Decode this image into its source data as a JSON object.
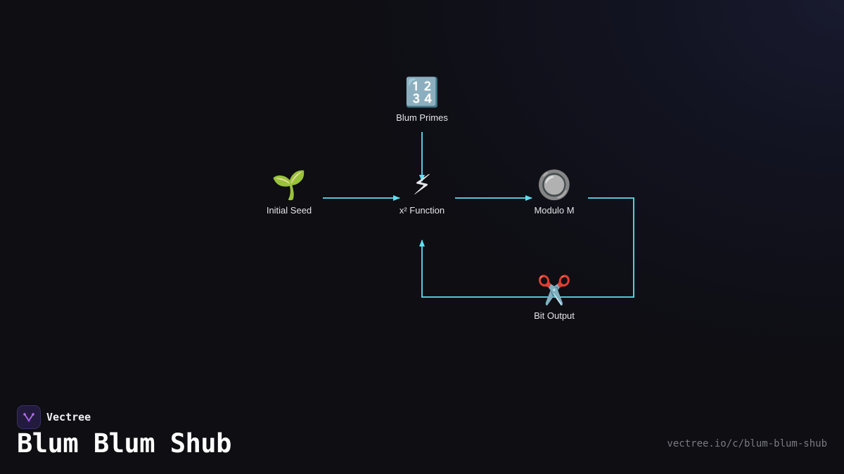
{
  "colors": {
    "edge": "#5ee0f2",
    "background": "#0e0e13",
    "logo_accent": "#b46cf0"
  },
  "nodes": {
    "blum_primes": {
      "icon": "input-numbers-icon",
      "emoji": "🔢",
      "label": "Blum Primes"
    },
    "initial_seed": {
      "icon": "seedling-icon",
      "emoji": "🌱",
      "label": "Initial Seed"
    },
    "x2_function": {
      "icon": "lightning-icon",
      "emoji": "⚡",
      "label": "x² Function"
    },
    "modulo_m": {
      "icon": "radio-button-icon",
      "emoji": "🔘",
      "label": "Modulo M"
    },
    "bit_output": {
      "icon": "scissors-icon",
      "emoji": "✂️",
      "label": "Bit Output"
    }
  },
  "footer": {
    "brand": "Vectree",
    "title": "Blum Blum Shub",
    "url": "vectree.io/c/blum-blum-shub"
  }
}
